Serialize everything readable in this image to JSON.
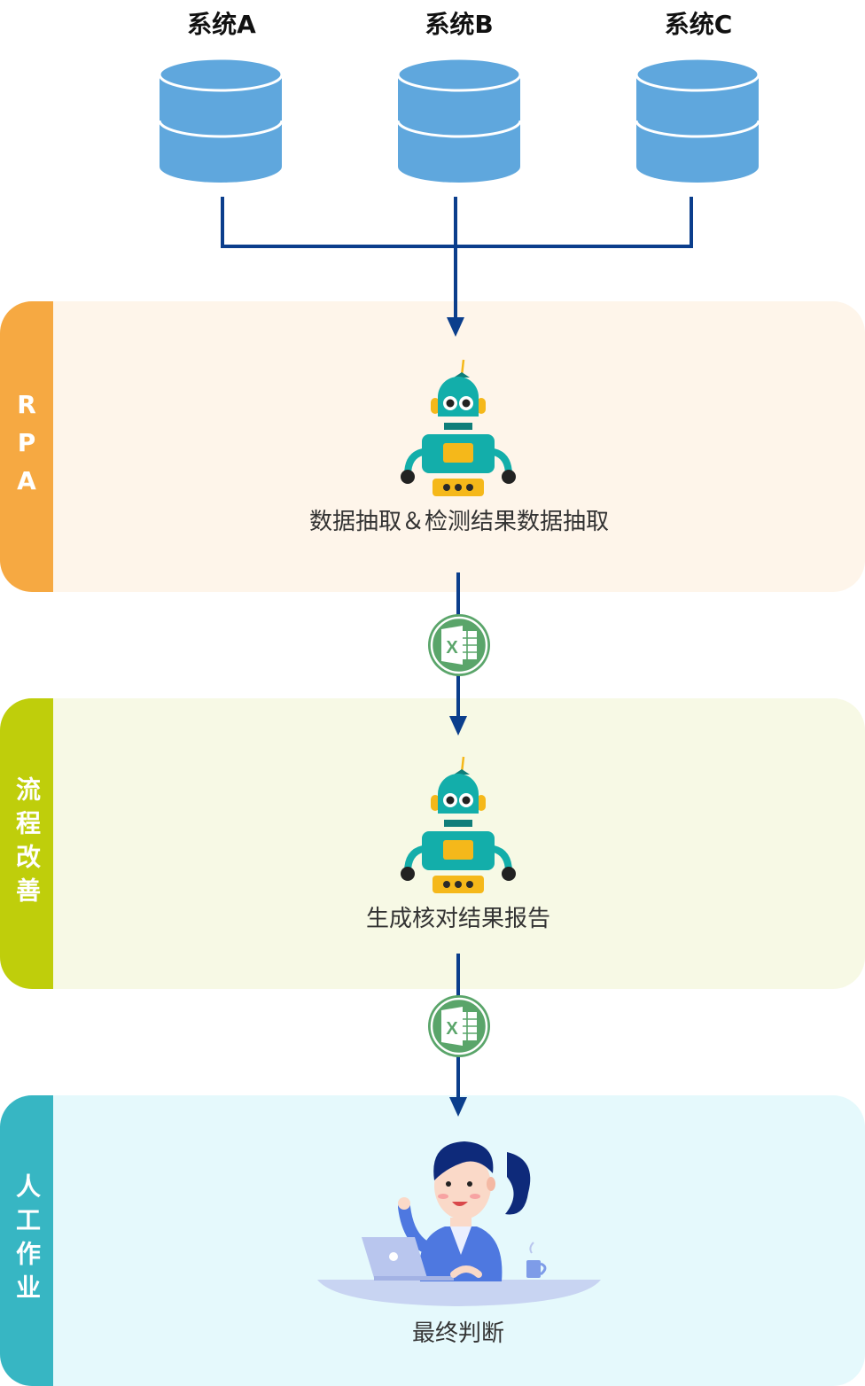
{
  "systems": [
    {
      "label": "系统A"
    },
    {
      "label": "系统B"
    },
    {
      "label": "系统C"
    }
  ],
  "lanes": [
    {
      "label": "RPA",
      "caption": "数据抽取＆检测结果数据抽取",
      "tab_color": "#F6A942",
      "bg_color": "#FEF5EA"
    },
    {
      "label": "流程改善",
      "caption": "生成核对结果报告",
      "tab_color": "#BFCE0B",
      "bg_color": "#F7F9E5"
    },
    {
      "label": "人工作业",
      "caption": "最终判断",
      "tab_color": "#37B6C3",
      "bg_color": "#E5F9FC"
    }
  ],
  "colors": {
    "db_fill": "#5FA7DD",
    "connector": "#0B3E8C",
    "excel_badge": "#5AA56A",
    "robot_body": "#13AEAA",
    "robot_accent": "#F5B81A"
  },
  "icons": {
    "database": "database-icon",
    "robot": "robot-icon",
    "excel": "excel-icon",
    "worker": "office-worker-icon"
  }
}
